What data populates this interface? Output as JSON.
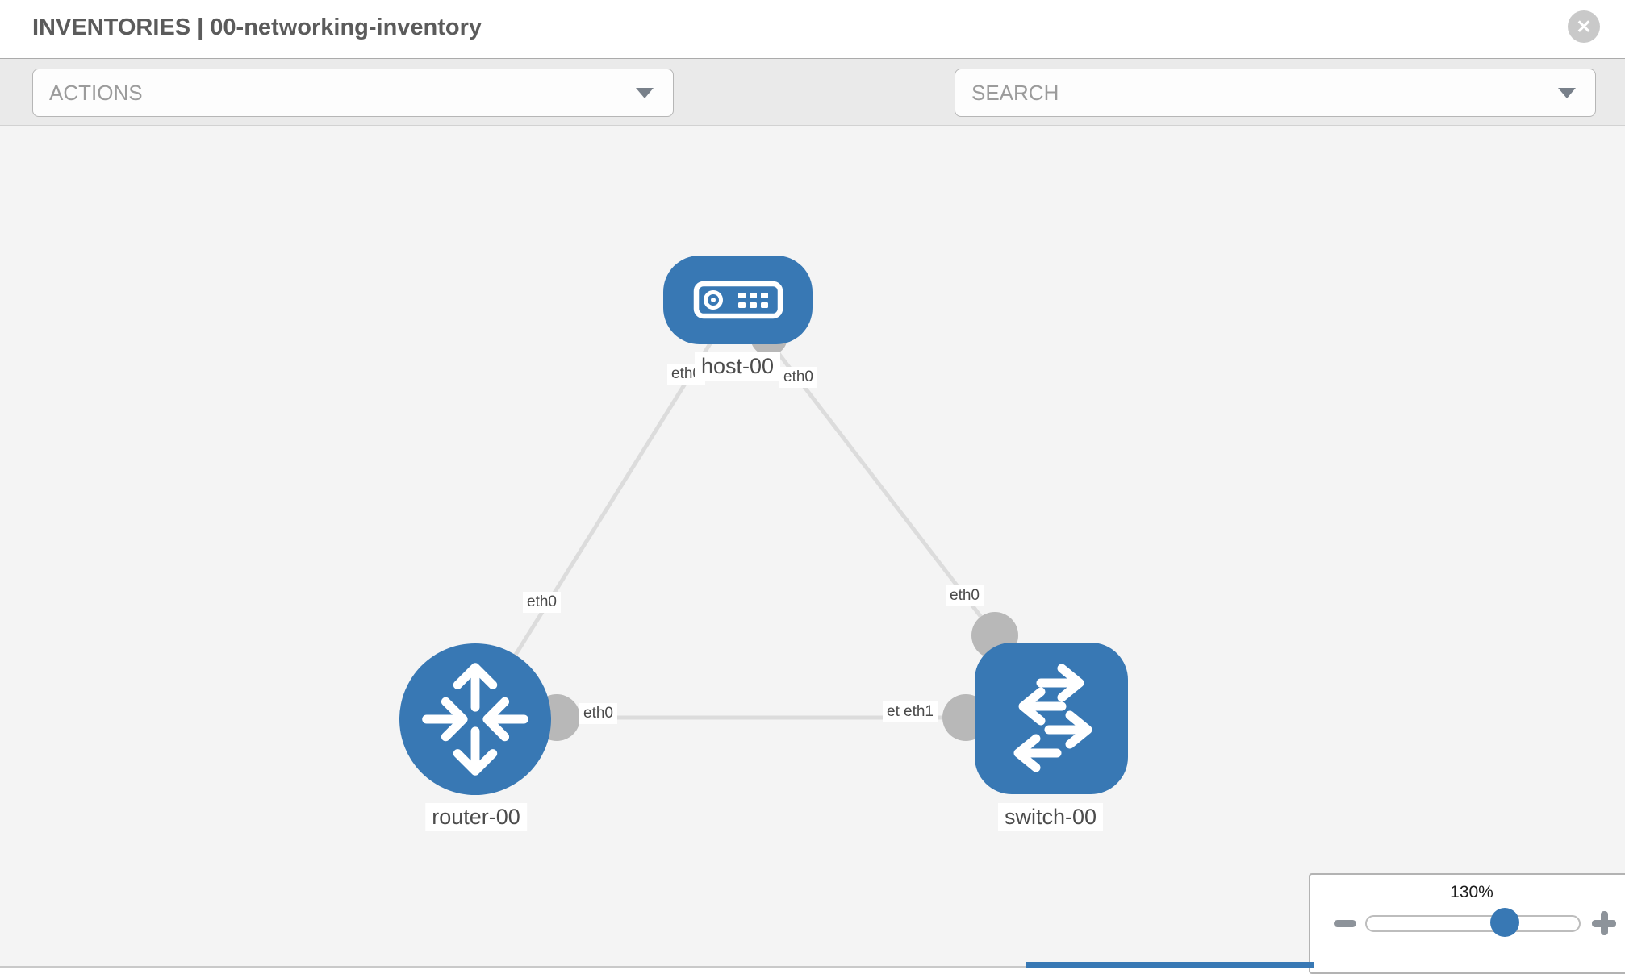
{
  "header": {
    "title": "INVENTORIES | 00-networking-inventory",
    "close_glyph": "✕"
  },
  "toolbar": {
    "actions_label": "ACTIONS",
    "search_label": "SEARCH",
    "icon_names": [
      "wrench-icon",
      "key-icon"
    ]
  },
  "canvas": {
    "nodes": [
      {
        "label": "host-00",
        "type": "host"
      },
      {
        "label": "router-00",
        "type": "router"
      },
      {
        "label": "switch-00",
        "type": "switch"
      }
    ],
    "links": [
      {
        "from": "host-00",
        "from_port": "eth0",
        "to": "router-00",
        "to_port": "eth0"
      },
      {
        "from": "host-00",
        "from_port": "eth0",
        "to": "switch-00",
        "to_port": "eth0"
      },
      {
        "from": "router-00",
        "from_port": "eth0",
        "to": "switch-00",
        "to_port": "eth1"
      }
    ],
    "port_labels": [
      {
        "text": "eth0"
      },
      {
        "text": "eth0"
      },
      {
        "text": "eth0"
      },
      {
        "text": "eth0"
      },
      {
        "text": "eth0"
      },
      {
        "text": "eth0"
      },
      {
        "text": "eth1"
      }
    ]
  },
  "zoom_control": {
    "level": "130%"
  },
  "colors": {
    "node_blue": "#3878b4",
    "link_gray": "#dcdcdc",
    "interface_gray": "#b8b8b8",
    "toolbar_gray": "#eaeaea",
    "canvas_gray": "#f4f4f4"
  }
}
